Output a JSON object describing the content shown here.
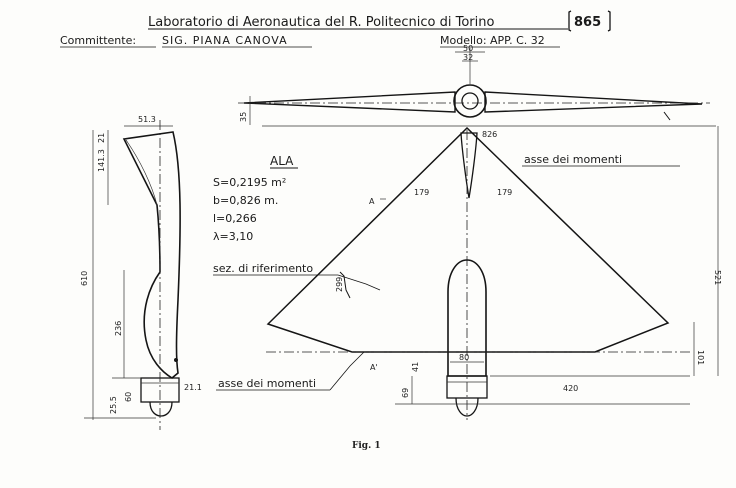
{
  "header": {
    "title": "Laboratorio di Aeronautica del R. Politecnico di Torino",
    "number": "865",
    "client_label": "Committente:",
    "client_name": "SIG. PIANA CANOVA",
    "model": "Modello: APP. C. 32"
  },
  "wing": {
    "heading": "ALA",
    "params": [
      "S=0,2195 m²",
      "b=0,826 m.",
      "l=0,266",
      "λ=3,10"
    ]
  },
  "annotations": {
    "moment_axis_top": "asse dei momenti",
    "moment_axis_bottom": "asse dei momenti",
    "reference_section": "sez. di riferimento",
    "point_a_upper": "A",
    "point_a_lower": "A'"
  },
  "dimensions": {
    "side_top_width": "51.3",
    "side_upper": "141.3",
    "side_small": "21",
    "side_total": "610",
    "side_lower": "236",
    "side_tail_a": "60",
    "side_tail_b": "25.5",
    "side_tail_width": "21.1",
    "front_hub_outer": "50",
    "front_hub_inner": "32",
    "front_thickness": "35",
    "span": "826",
    "half_left": "179",
    "half_right": "179",
    "section_chord": "299",
    "body_width": "80",
    "tail_small": "41",
    "tail_len": "69",
    "tail_offset": "420",
    "height_total": "521",
    "height_lower": "101"
  },
  "caption": "Fig. 1"
}
